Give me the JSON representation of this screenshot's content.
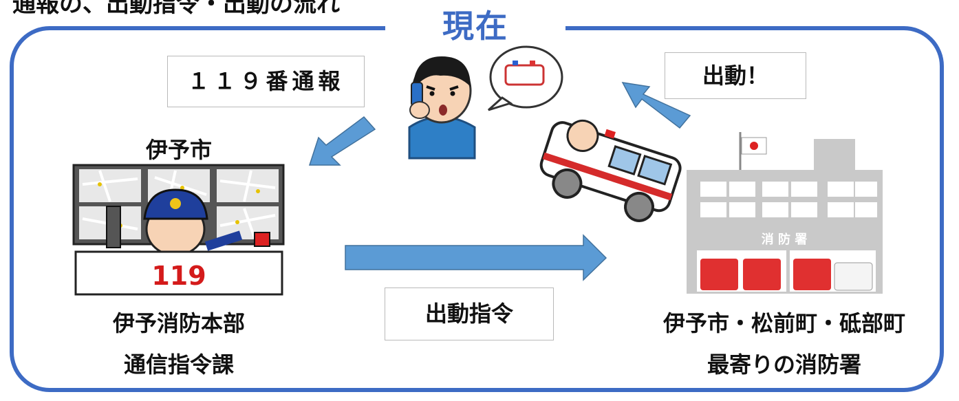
{
  "header": {
    "title": "現在",
    "cut_text": "通報の、出動指令・出動の流れ"
  },
  "boxes": {
    "call": "１１９番通報",
    "dispatch": "出動！",
    "order": "出動指令"
  },
  "labels": {
    "city": "伊予市",
    "hq_line1": "伊予消防本部",
    "hq_line2": "通信指令課",
    "station_line1": "伊予市・松前町・砥部町",
    "station_line2": "最寄りの消防署"
  },
  "illustration_text": {
    "desk_number": "119",
    "station_sign": "消 防 署"
  },
  "colors": {
    "frame": "#3d6bc4",
    "arrow": "#5b9bd5",
    "arrow_edge": "#41719c"
  }
}
